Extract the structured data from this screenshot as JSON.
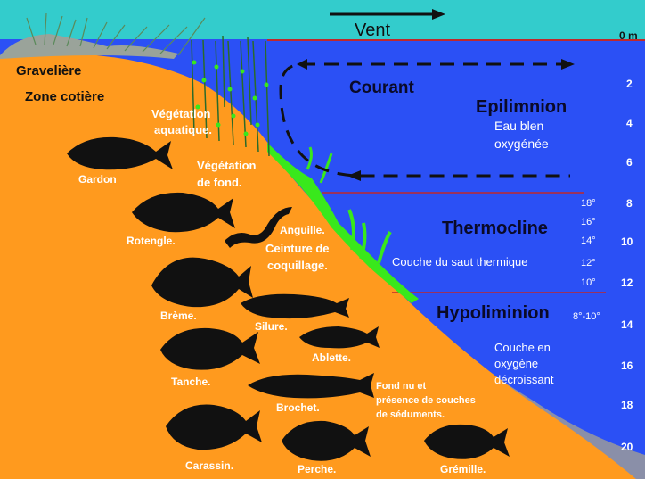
{
  "wind": {
    "label": "Vent"
  },
  "depth_scale": {
    "ticks": [
      "0 m",
      "2",
      "4",
      "6",
      "8",
      "10",
      "12",
      "14",
      "16",
      "18",
      "20"
    ]
  },
  "shore_labels": {
    "gravel_pit": "Gravelière",
    "coastal_zone": "Zone cotière",
    "aquatic_veg_1": "Végétation",
    "aquatic_veg_2": "aquatique.",
    "bottom_veg_1": "Végétation",
    "bottom_veg_2": "de fond.",
    "shells_1": "Ceinture de",
    "shells_2": "coquillage.",
    "bottom_1": "Fond nu et",
    "bottom_2": "présence de couches",
    "bottom_3": "de séduments."
  },
  "water_layers": {
    "current": "Courant",
    "epilimnion": "Epilimnion",
    "epi_desc_1": "Eau blen",
    "epi_desc_2": "oxygénée",
    "thermocline": "Thermocline",
    "thermo_desc": "Couche du saut thermique",
    "hypolimnion": "Hypoliminion",
    "hypo_temp": "8°-10°",
    "hypo_desc_1": "Couche en",
    "hypo_desc_2": "oxygène",
    "hypo_desc_3": "décroissant",
    "temps": [
      "18°",
      "16°",
      "14°",
      "12°",
      "10°"
    ]
  },
  "fish": {
    "gardon": "Gardon",
    "rotengle": "Rotengle.",
    "anguille": "Anguille.",
    "breme": "Brème.",
    "silure": "Silure.",
    "ablette": "Ablette.",
    "tanche": "Tanche.",
    "brochet": "Brochet.",
    "carassin": "Carassin.",
    "perche": "Perche.",
    "gremille": "Grémille."
  },
  "colors": {
    "sky": "#33cccc",
    "water": "#2b50f5",
    "shore": "#ff9a1e",
    "vegetation": "#39e81c",
    "sediment": "#8a8fa8",
    "red_line": "#c0282c",
    "fish": "#111111"
  }
}
